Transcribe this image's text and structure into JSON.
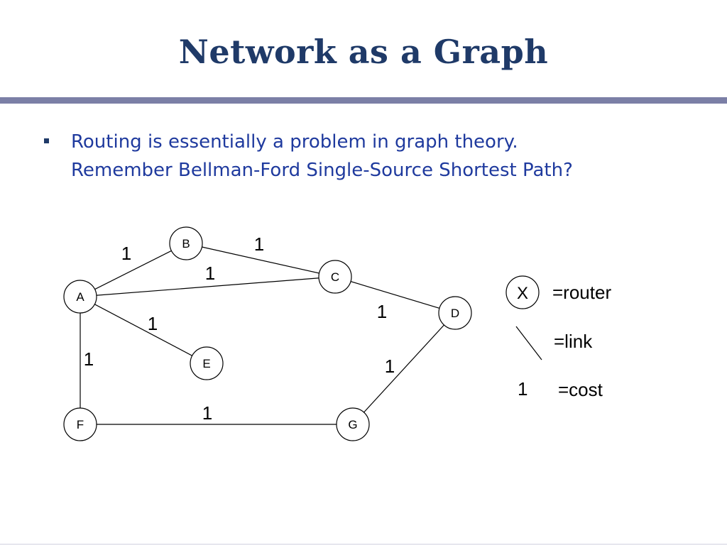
{
  "slide": {
    "title": "Network as a Graph",
    "bullet": {
      "line1": "Routing is essentially a problem in graph theory.",
      "line2": "Remember Bellman-Ford Single-Source Shortest Path?"
    },
    "colors": {
      "title": "#1f3a68",
      "bullet_text": "#1f3a9e",
      "divider": "#7b7fa6"
    }
  },
  "graph": {
    "nodes": [
      {
        "id": "A",
        "label": "A"
      },
      {
        "id": "B",
        "label": "B"
      },
      {
        "id": "C",
        "label": "C"
      },
      {
        "id": "D",
        "label": "D"
      },
      {
        "id": "E",
        "label": "E"
      },
      {
        "id": "F",
        "label": "F"
      },
      {
        "id": "G",
        "label": "G"
      }
    ],
    "edges": [
      {
        "from": "A",
        "to": "B",
        "cost": "1"
      },
      {
        "from": "B",
        "to": "C",
        "cost": "1"
      },
      {
        "from": "A",
        "to": "C",
        "cost": "1"
      },
      {
        "from": "C",
        "to": "D",
        "cost": "1"
      },
      {
        "from": "A",
        "to": "E",
        "cost": "1"
      },
      {
        "from": "A",
        "to": "F",
        "cost": "1"
      },
      {
        "from": "F",
        "to": "G",
        "cost": "1"
      },
      {
        "from": "G",
        "to": "D",
        "cost": "1"
      }
    ]
  },
  "legend": {
    "router_symbol": "X",
    "router_text": "=router",
    "link_text": "=link",
    "cost_symbol": "1",
    "cost_text": "=cost"
  }
}
